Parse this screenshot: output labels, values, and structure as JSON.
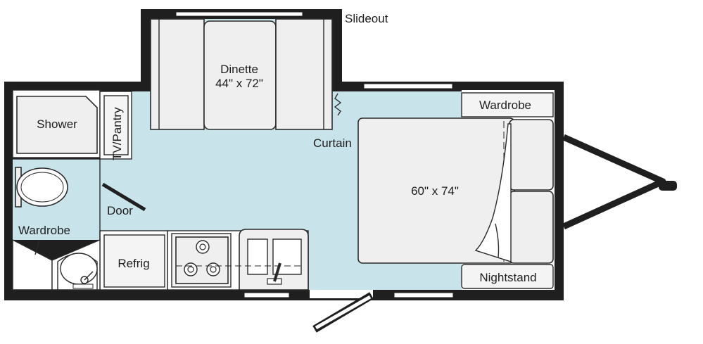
{
  "labels": {
    "slideout": "Slideout",
    "dinette": "Dinette",
    "dinette_size": "44\" x 72\"",
    "shower": "Shower",
    "tv_pantry": "TV/Pantry",
    "curtain": "Curtain",
    "wardrobe_front": "Wardrobe",
    "bed_size": "60\" x 74\"",
    "door": "Door",
    "wardrobe_rear": "Wardrobe",
    "refrig": "Refrig",
    "nightstand": "Nightstand"
  },
  "colors": {
    "floor": "#c9e3ea",
    "wall": "#1f1f1f",
    "fixture": "#efefef"
  }
}
